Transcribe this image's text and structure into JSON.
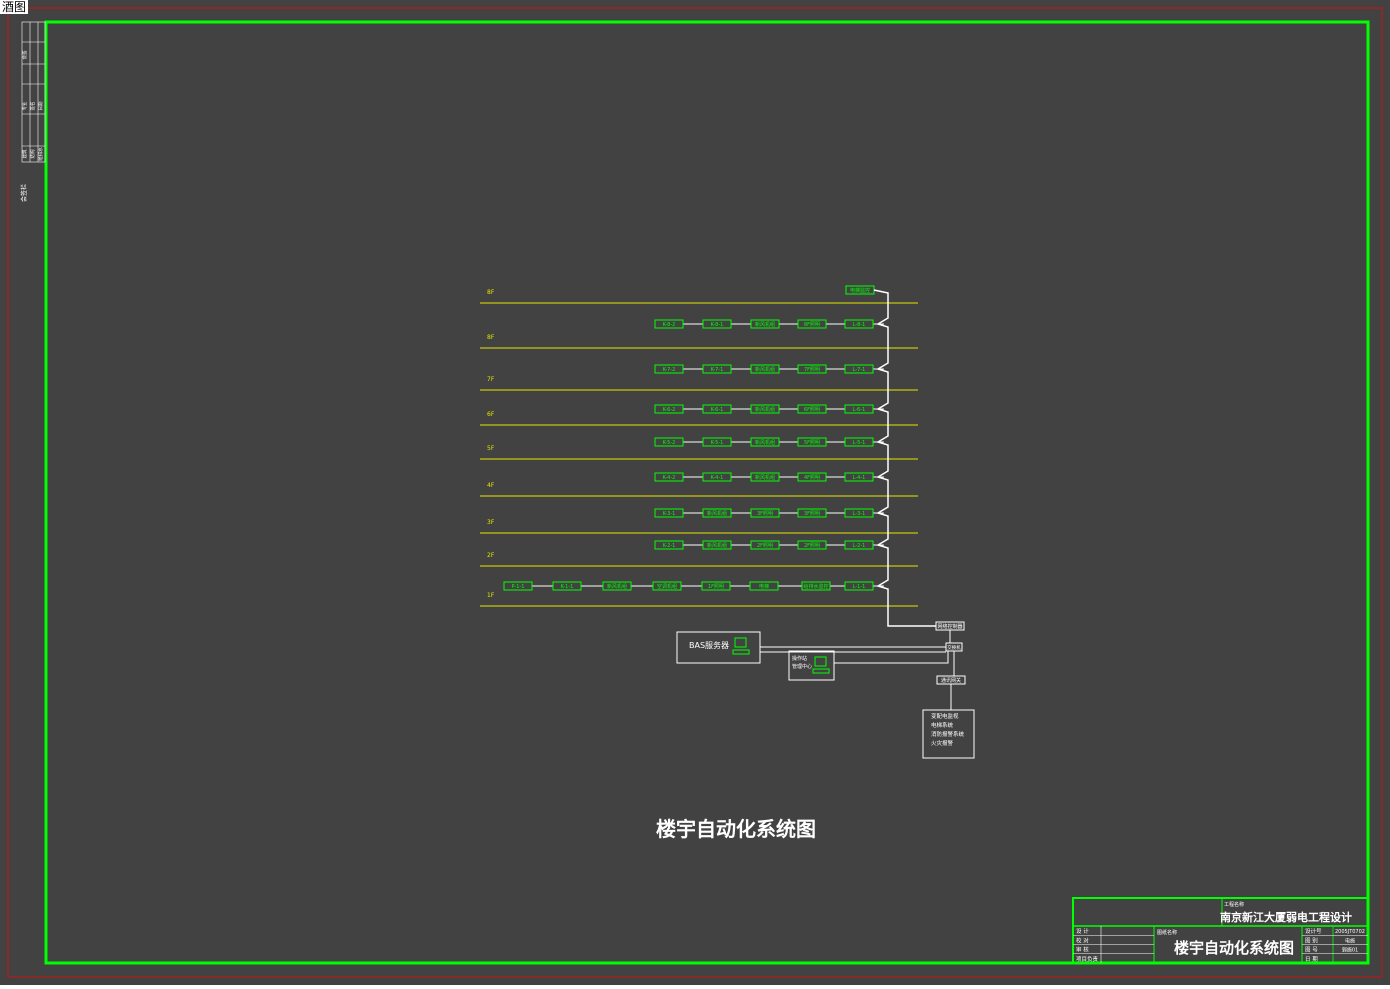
{
  "window": {
    "title": "酒图"
  },
  "floors": [
    {
      "label": "8F"
    },
    {
      "label": "8F"
    },
    {
      "label": "7F"
    },
    {
      "label": "6F"
    },
    {
      "label": "5F"
    },
    {
      "label": "4F"
    },
    {
      "label": "3F"
    },
    {
      "label": "2F"
    },
    {
      "label": "1F"
    }
  ],
  "rows": [
    {
      "boxes": [
        "K-8-2",
        "K-8-1",
        "新风机组",
        "8F照明",
        "L-8-1"
      ]
    },
    {
      "boxes": [
        "K-7-2",
        "K-7-1",
        "新风机组",
        "7F照明",
        "L-7-1"
      ]
    },
    {
      "boxes": [
        "K-6-2",
        "K-6-1",
        "新风机组",
        "6F照明",
        "L-6-1"
      ]
    },
    {
      "boxes": [
        "K-5-2",
        "K-5-1",
        "新风机组",
        "5F照明",
        "L-5-1"
      ]
    },
    {
      "boxes": [
        "K-4-2",
        "K-4-1",
        "新风机组",
        "4F照明",
        "L-4-1"
      ]
    },
    {
      "boxes": [
        "K-3-1",
        "新风机组",
        "3F照明",
        "3F照明",
        "L-3-1"
      ]
    },
    {
      "boxes": [
        "K-2-1",
        "新风机组",
        "2F照明",
        "2F照明",
        "L-2-1"
      ]
    },
    {
      "boxes": [
        "P-1-1",
        "K-1-1",
        "新风机组",
        "空调机组",
        "1F照明",
        "电梯",
        "给排水监控",
        "L-1-1"
      ]
    }
  ],
  "top_box": "电梯监控",
  "network": {
    "bas_server": "BAS服务器",
    "workstation_line1": "操作站",
    "workstation_line2": "管理中心",
    "router": "网络控制器",
    "switch": "交换机",
    "gateway": "通讯网关",
    "subsystems": [
      "变配电监视",
      "电梯系统",
      "消防报警系统",
      "火灾报警"
    ]
  },
  "diagram_title": "楼宇自动化系统图",
  "title_block": {
    "project_label": "工程名称",
    "project_name": "南京新江大厦弱电工程设计",
    "drawing_label": "图纸名称",
    "drawing_name": "楼宇自动化系统图",
    "left_rows": [
      "设 计",
      "校 对",
      "审 核",
      "项目负责"
    ],
    "right_rows": [
      {
        "label": "设计号",
        "value": "2005JT0702"
      },
      {
        "label": "图 别",
        "value": "电施"
      },
      {
        "label": "图 号",
        "value": "弱施01"
      },
      {
        "label": "日 期",
        "value": ""
      }
    ]
  },
  "margin_table": {
    "cells": [
      "会签",
      "专业",
      "签名",
      "日期",
      "建筑",
      "结构",
      "给排水"
    ],
    "side_text": "会签栏"
  },
  "colors": {
    "background": "#424242",
    "frame": "#00ff00",
    "floor_line": "#e6e600",
    "box": "#00ff00",
    "wire": "#ffffff",
    "outer_border": "#cc1111"
  }
}
